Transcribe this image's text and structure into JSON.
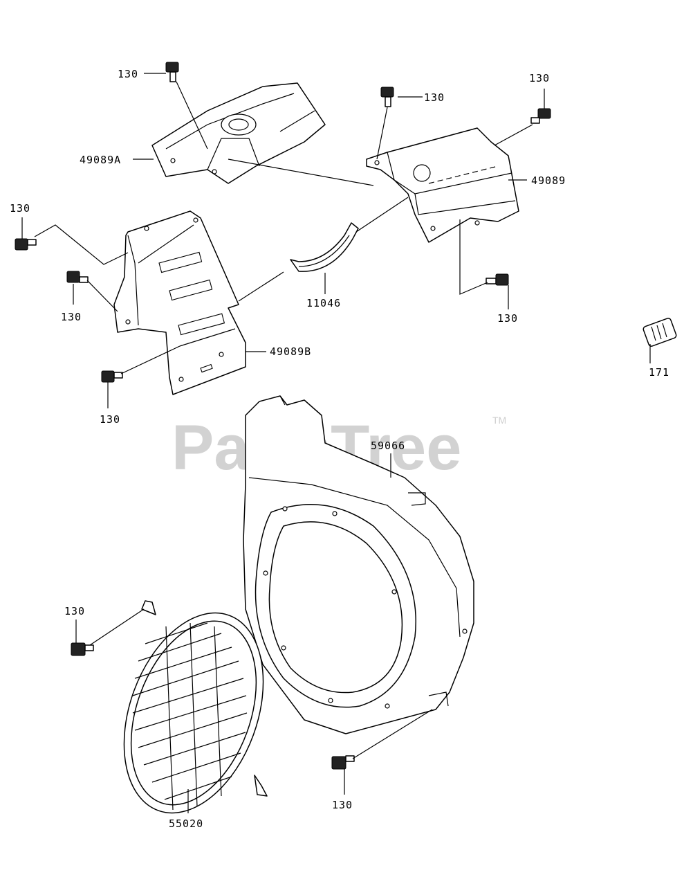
{
  "watermark": {
    "text": "PartsTree",
    "trademark": "TM"
  },
  "callouts": {
    "c_130_a": "130",
    "c_130_b": "130",
    "c_130_c": "130",
    "c_130_d": "130",
    "c_130_e": "130",
    "c_130_f": "130",
    "c_130_g": "130",
    "c_130_h": "130",
    "c_130_i": "130",
    "p_49089A": "49089A",
    "p_49089": "49089",
    "p_11046": "11046",
    "p_49089B": "49089B",
    "p_171": "171",
    "p_59066": "59066",
    "p_55020": "55020"
  }
}
